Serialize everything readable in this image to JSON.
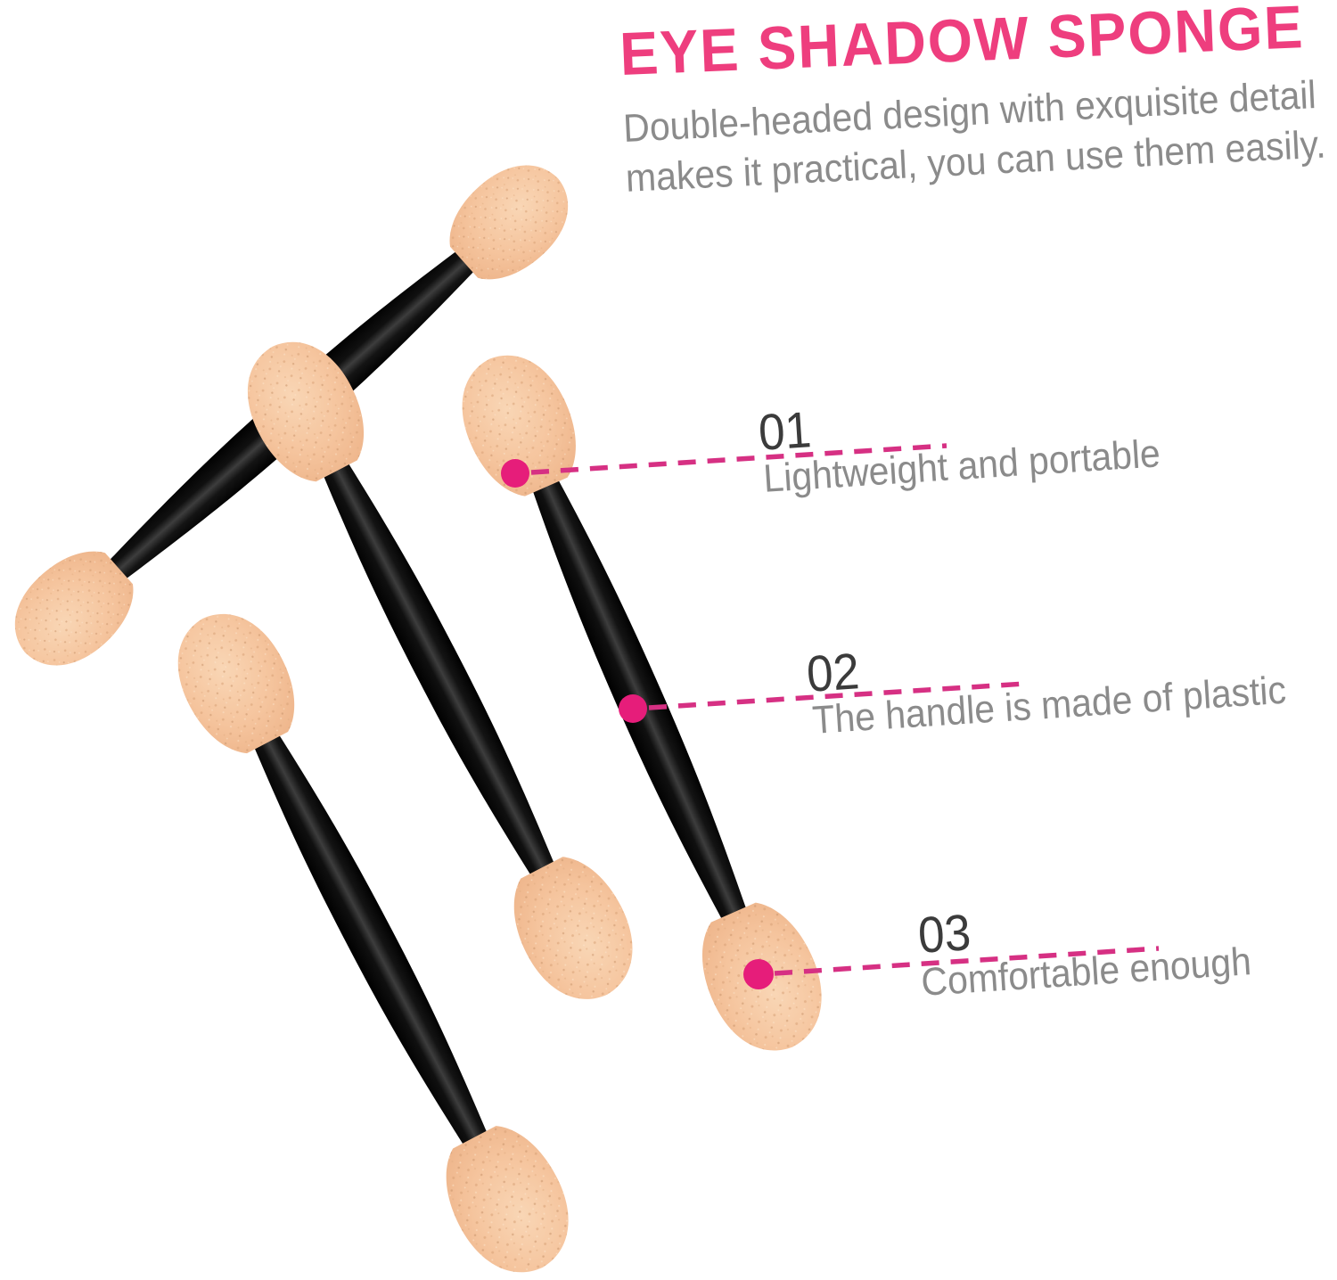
{
  "title": "EYE SHADOW SPONGE",
  "subtitle": {
    "line1": "Double-headed design with exquisite detail",
    "line2": "makes it practical, you can use them easily."
  },
  "callouts": [
    {
      "number": "01",
      "label": "Lightweight and portable"
    },
    {
      "number": "02",
      "label": "The handle is made of plastic"
    },
    {
      "number": "03",
      "label": "Comfortable enough"
    }
  ],
  "illustration": {
    "applicator_count": 4,
    "description": "double-headed eye shadow sponge applicators"
  },
  "colors": {
    "title_pink": "#EE3E7E",
    "dot_pink": "#E61D7A",
    "dash_pink": "#D63083",
    "text_gray": "#8B8B8B",
    "number_gray": "#3B3B3B",
    "sponge_peach": "#F5C49D",
    "sponge_speckle": "#D8A176",
    "handle_black": "#161616",
    "background": "#FFFFFF"
  }
}
